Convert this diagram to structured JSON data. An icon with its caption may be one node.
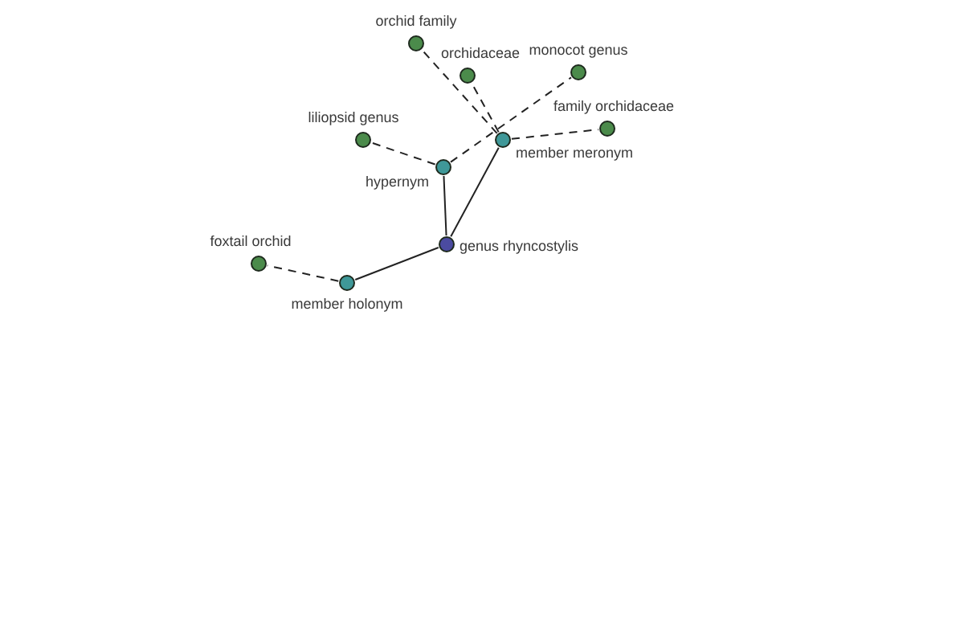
{
  "diagram": {
    "nodes": [
      {
        "text": [
          "orchid family"
        ]
      },
      {
        "text": [
          "orchidaceae"
        ]
      },
      {
        "text": [
          "monocot genus"
        ]
      },
      {
        "text": [
          "liliopsid genus"
        ]
      },
      {
        "text": [
          "member meronym"
        ]
      },
      {
        "text": [
          "family orchidaceae"
        ]
      },
      {
        "text": [
          "hypernym"
        ]
      },
      {
        "text": [
          "genus rhyncostylis"
        ]
      },
      {
        "text": [
          "foxtail orchid"
        ]
      },
      {
        "text": [
          "member holonym"
        ]
      }
    ],
    "edges": [
      {
        "from": 7,
        "to": 6,
        "arrow": "none"
      },
      {
        "from": 7,
        "to": 4,
        "arrow": "none"
      },
      {
        "from": 7,
        "to": 9,
        "arrow": "none"
      },
      {
        "from": 6,
        "to": 3,
        "arrow": "none",
        "style": "dashed"
      },
      {
        "from": 6,
        "to": 2,
        "arrow": "none",
        "style": "dashed"
      },
      {
        "from": 4,
        "to": 0,
        "arrow": "none",
        "style": "dashed"
      },
      {
        "from": 4,
        "to": 1,
        "arrow": "none",
        "style": "dashed"
      },
      {
        "from": 4,
        "to": 5,
        "arrow": "none",
        "style": "dashed"
      },
      {
        "from": 9,
        "to": 8,
        "arrow": "none",
        "style": "dashed"
      }
    ]
  }
}
